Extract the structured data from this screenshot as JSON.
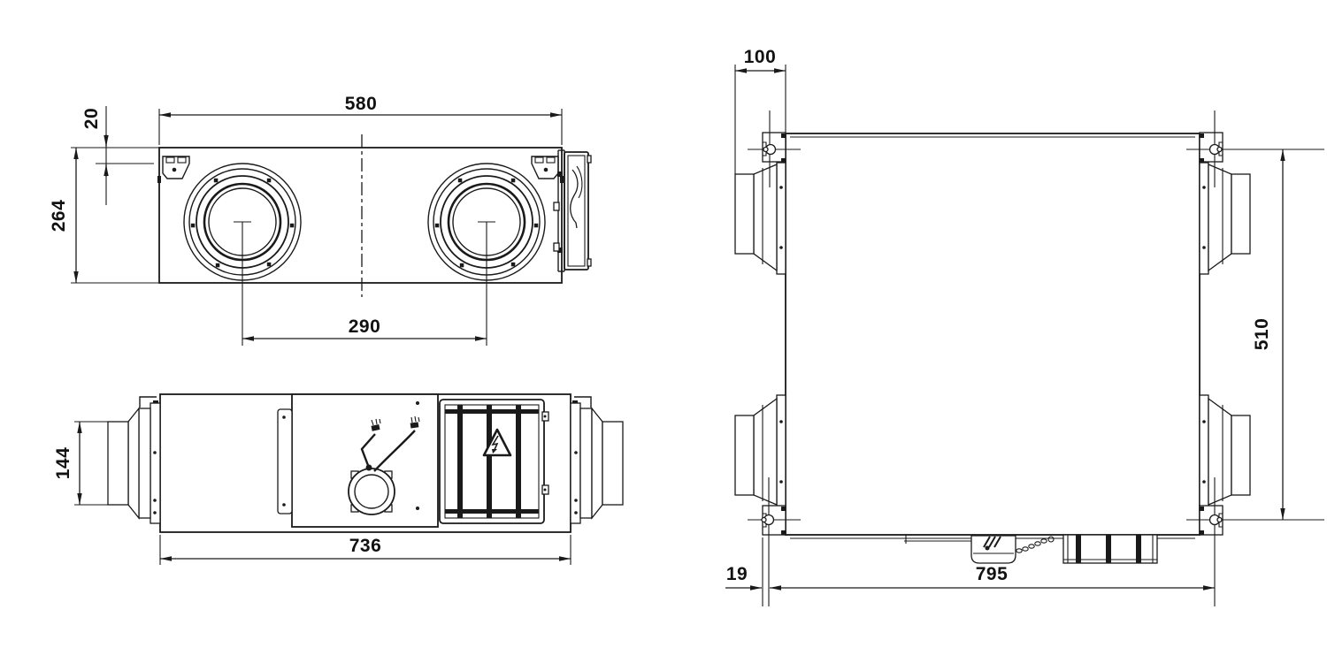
{
  "drawing": {
    "type": "technical-dimension-drawing",
    "views": [
      "front",
      "side",
      "plan"
    ]
  },
  "dimensions": {
    "front": {
      "width": "580",
      "top_offset": "20",
      "height": "264",
      "port_spacing": "290"
    },
    "side": {
      "spigot_height": "144",
      "length": "736"
    },
    "plan": {
      "spigot_protrusion": "100",
      "vertical_hole_spacing": "510",
      "hole_edge_offset": "19",
      "horizontal_hole_spacing": "795"
    }
  }
}
